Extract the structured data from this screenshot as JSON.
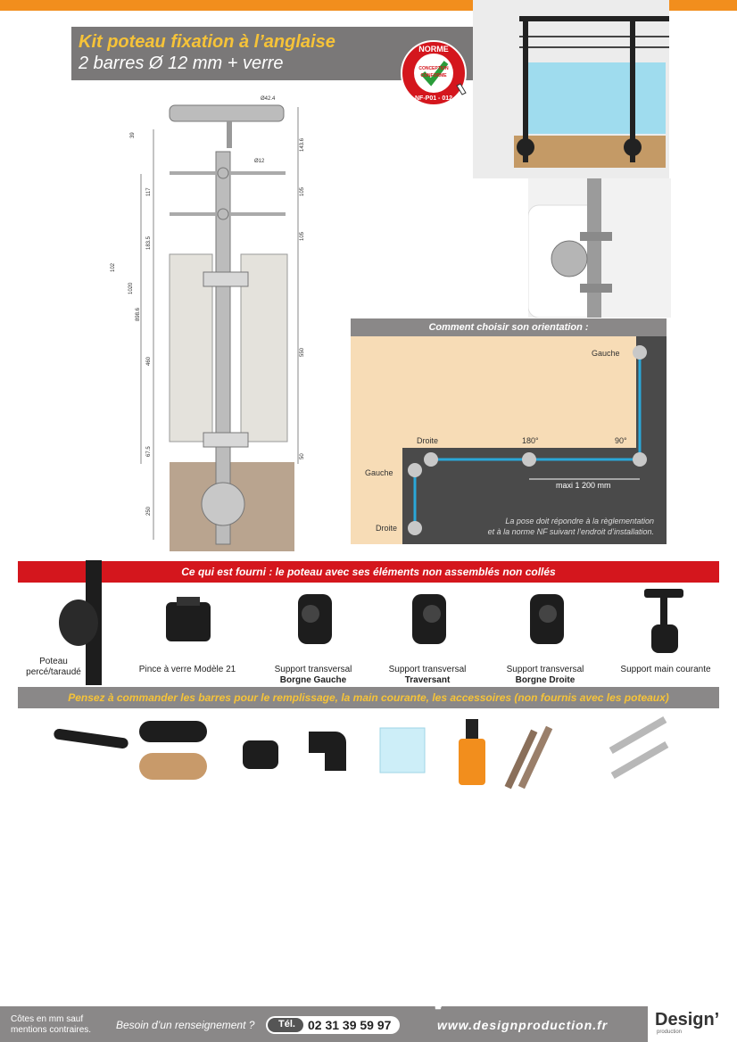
{
  "header": {
    "title_line1": "Kit poteau fixation à l’anglaise",
    "title_line2": "2 barres Ø 12 mm + verre"
  },
  "badge": {
    "norme": "NORME",
    "conception": "CONCEPTION",
    "conforme": "CONFORME",
    "ref": "NF-P01 - 012"
  },
  "drawing": {
    "dims_left": [
      "39",
      "117",
      "183.5",
      "1020",
      "898.6",
      "460",
      "67.5",
      "250"
    ],
    "dims_right": [
      "143.6",
      "105",
      "105",
      "550",
      "50"
    ],
    "dim_top": "Ø42.4",
    "dim_bar": "Ø12",
    "dim_overall": "102"
  },
  "orientation": {
    "heading": "Comment choisir son orientation :",
    "labels": {
      "gauche_top": "Gauche",
      "droite_mid": "Droite",
      "deg180": "180°",
      "deg90": "90°",
      "gauche_left": "Gauche",
      "droite_bottom": "Droite",
      "maxi": "maxi 1 200 mm"
    },
    "note_line1": "La pose doit répondre à la règlementation",
    "note_line2": "et à la norme NF suivant l’endroit d’installation."
  },
  "supplied": {
    "heading": "Ce qui est fourni : le poteau avec ses éléments non assemblés non collés",
    "items": [
      {
        "label": "Poteau\npercé/taraudé",
        "bold": ""
      },
      {
        "label": "Pince à verre Modèle 21",
        "bold": ""
      },
      {
        "label": "Support transversal",
        "bold": "Borgne Gauche"
      },
      {
        "label": "Support transversal",
        "bold": "Traversant"
      },
      {
        "label": "Support transversal",
        "bold": "Borgne Droite"
      },
      {
        "label": "Support main courante",
        "bold": ""
      }
    ]
  },
  "order": {
    "heading": "Pensez à commander les barres pour le remplissage, la main courante, les accessoires (non fournis avec les poteaux)"
  },
  "footer": {
    "note_line1": "Côtes en mm sauf",
    "note_line2": "mentions contraires.",
    "question": "Besoin d’un renseignement ?",
    "tel_label": "Tél.",
    "tel": "02 31 39 59 97",
    "website": "www.designproduction.fr",
    "logo": "Design’",
    "logo_sub": "production"
  },
  "colors": {
    "orange": "#f28e1d",
    "red": "#d4161d",
    "grey": "#8a8888",
    "yellow": "#f6c338"
  }
}
